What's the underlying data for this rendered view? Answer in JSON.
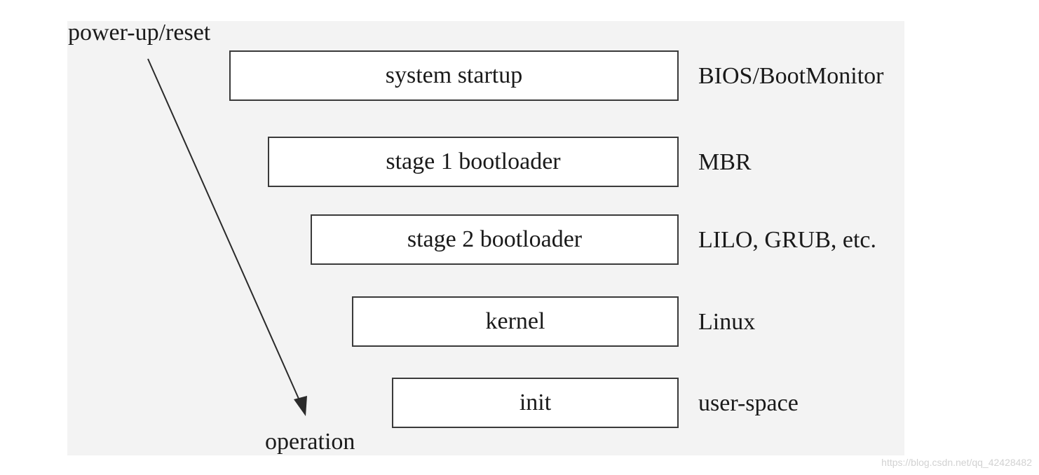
{
  "flow": {
    "start_label": "power-up/reset",
    "end_label": "operation"
  },
  "stages": [
    {
      "name": "system startup",
      "implementation": "BIOS/BootMonitor"
    },
    {
      "name": "stage 1 bootloader",
      "implementation": "MBR"
    },
    {
      "name": "stage 2 bootloader",
      "implementation": "LILO, GRUB, etc."
    },
    {
      "name": "kernel",
      "implementation": "Linux"
    },
    {
      "name": "init",
      "implementation": "user-space"
    }
  ],
  "watermark": "https://blog.csdn.net/qq_42428482",
  "colors": {
    "panel_background": "#f3f3f3",
    "box_border": "#3a3a3a",
    "text": "#1a1a1a",
    "watermark": "#d2d2d2"
  }
}
